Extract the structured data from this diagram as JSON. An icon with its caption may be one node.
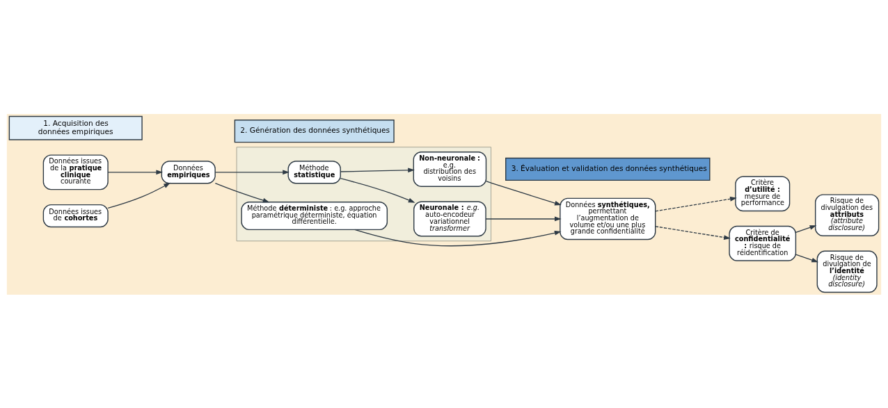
{
  "diagram": {
    "nodes": [
      {
        "text": [
          "1. Acquisition des données empiriques"
        ]
      },
      {
        "text": [
          "2. Génération des données synthétiques"
        ]
      },
      {
        "text": [
          "3. Évaluation et validation des données synthétiques"
        ]
      },
      {
        "text": [
          "Données issues de la **pratique clinique** courante"
        ]
      },
      {
        "text": [
          "Données issues de **cohortes**"
        ]
      },
      {
        "text": [
          "Données **empiriques**"
        ]
      },
      {
        "text": [],
        "shape": "box"
      },
      {
        "text": [
          "Méthode **déterministe** : e.g. approche paramétrique déterministe, équation différentielle."
        ],
        "in": 6
      },
      {
        "text": [
          "Méthode **statistique**"
        ],
        "in": 6
      },
      {
        "text": [
          "**Non-neuronale :** e.g. distribution des voisins"
        ],
        "in": 6
      },
      {
        "text": [
          "**Neuronale :** *e.g.* auto-encodeur variationnel *transformer*"
        ],
        "in": 6
      },
      {
        "text": [
          "Données **synthétiques,** permettant l’augmentation de volume et/ou une plus grande confidentialité"
        ]
      },
      {
        "text": [
          "Critère **d’utilité :** mesure de performance"
        ]
      },
      {
        "text": [
          "Critère de **confidentialité :** risque de réidentification"
        ]
      },
      {
        "text": [
          "Risque de divulgation des **attributs** *(attribute disclosure)*"
        ]
      },
      {
        "text": [
          "Risque de divulgation de **l’identité** *(identity disclosure)*"
        ]
      }
    ],
    "edges": [
      {
        "from": 3,
        "to": 5,
        "arrow": "to"
      },
      {
        "from": 4,
        "to": 5,
        "arrow": "to"
      },
      {
        "from": 5,
        "to": 7,
        "arrow": "to"
      },
      {
        "from": 5,
        "to": 8,
        "arrow": "to"
      },
      {
        "from": 8,
        "to": 9,
        "arrow": "to"
      },
      {
        "from": 8,
        "to": 10,
        "arrow": "to"
      },
      {
        "from": 7,
        "to": 11,
        "arrow": "to"
      },
      {
        "from": 9,
        "to": 11,
        "arrow": "to"
      },
      {
        "from": 10,
        "to": 11,
        "arrow": "to"
      },
      {
        "from": 11,
        "to": 12,
        "arrow": "to",
        "style": "dashed"
      },
      {
        "from": 11,
        "to": 13,
        "arrow": "to",
        "style": "dashed"
      },
      {
        "from": 13,
        "to": 14,
        "arrow": "to"
      },
      {
        "from": 13,
        "to": 15,
        "arrow": "to"
      }
    ]
  }
}
